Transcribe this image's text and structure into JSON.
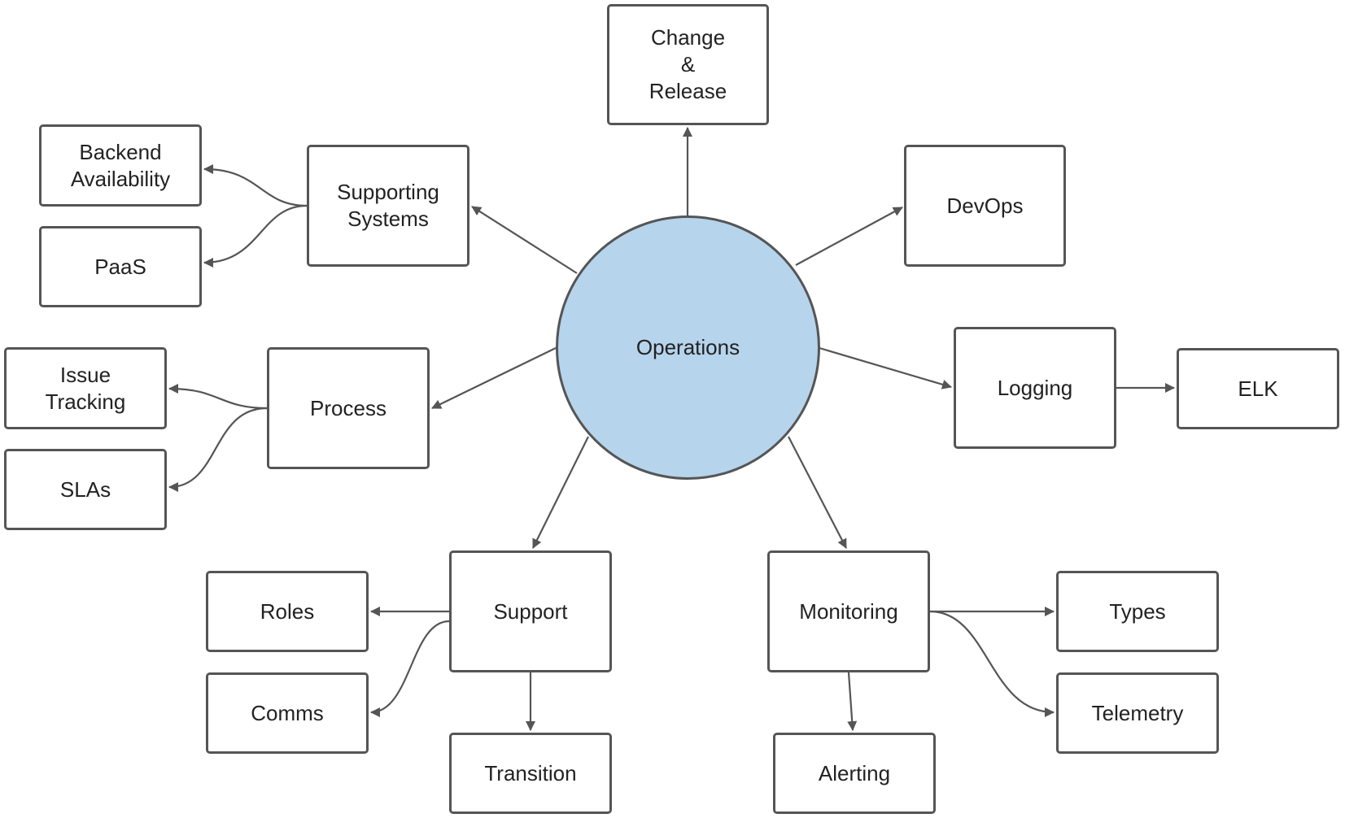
{
  "nodes": {
    "change_release": "Change\n&\nRelease",
    "devops": "DevOps",
    "supporting_systems": "Supporting\nSystems",
    "backend_availability": "Backend\nAvailability",
    "paas": "PaaS",
    "operations": "Operations",
    "logging": "Logging",
    "elk": "ELK",
    "process": "Process",
    "issue_tracking": "Issue\nTracking",
    "slas": "SLAs",
    "support": "Support",
    "roles": "Roles",
    "comms": "Comms",
    "transition": "Transition",
    "monitoring": "Monitoring",
    "types": "Types",
    "telemetry": "Telemetry",
    "alerting": "Alerting"
  },
  "colors": {
    "center_fill": "#b6d4ec",
    "stroke": "#555555",
    "text": "#222222"
  }
}
